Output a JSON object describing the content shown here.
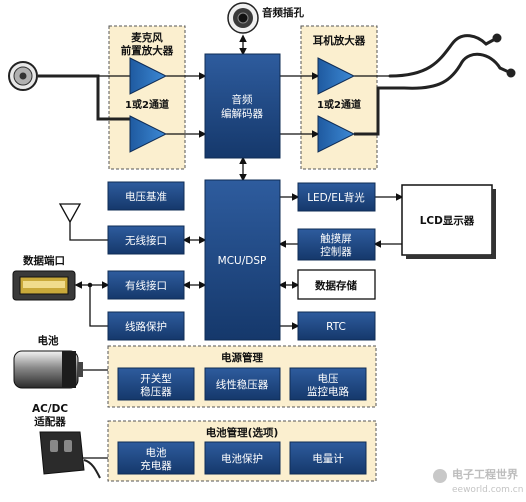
{
  "top": {
    "audio_jack": "音频插孔",
    "mic_preamp_line1": "麦克风",
    "mic_preamp_line2": "前置放大器",
    "channels_left": "1或2通道",
    "codec_line1": "音频",
    "codec_line2": "编解码器",
    "headphone_amp": "耳机放大器",
    "channels_right": "1或2通道"
  },
  "middle": {
    "voltage_ref": "电压基准",
    "mcu_dsp": "MCU/DSP",
    "led_backlight": "LED/EL背光",
    "lcd": "LCD显示器",
    "touch_line1": "触摸屏",
    "touch_line2": "控制器",
    "wireless": "无线接口",
    "data_port": "数据端口",
    "wired": "有线接口",
    "data_storage": "数据存储",
    "line_protect": "线路保护",
    "rtc": "RTC"
  },
  "power": {
    "battery_label": "电池",
    "title": "电源管理",
    "switching_line1": "开关型",
    "switching_line2": "稳压器",
    "linear": "线性稳压器",
    "monitor_line1": "电压",
    "monitor_line2": "监控电路"
  },
  "battery_mgmt": {
    "adapter_line1": "AC/DC",
    "adapter_line2": "适配器",
    "title": "电池管理(选项)",
    "charger_line1": "电池",
    "charger_line2": "充电器",
    "protect": "电池保护",
    "fuel_gauge": "电量计"
  },
  "watermark": {
    "cn": "电子工程世界",
    "url": "eeworld.com.cn"
  },
  "colors": {
    "box_blue": "#1f4a86",
    "box_blue_dark": "#153767",
    "amp_blue": "#2a6fb8",
    "panel_fill": "#fbefcf",
    "panel_stroke": "#555555"
  }
}
